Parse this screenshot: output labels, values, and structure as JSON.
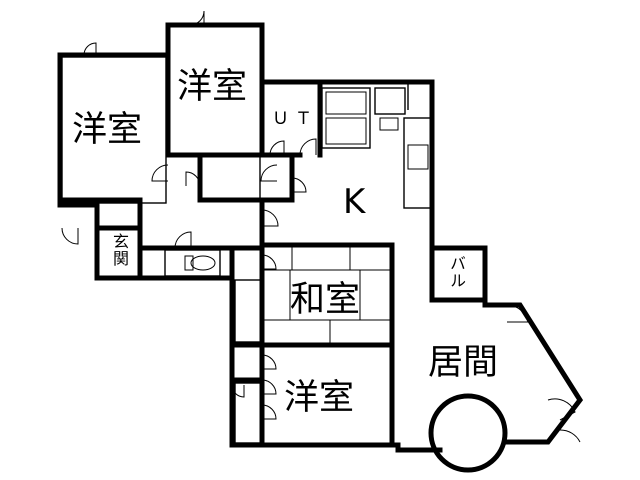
{
  "floorplan": {
    "rooms": {
      "western_room_left": "洋室",
      "western_room_top": "洋室",
      "utility": "ＵＴ",
      "kitchen": "K",
      "entrance": "玄関",
      "japanese_room": "和室",
      "balcony": "バル",
      "living_room": "居間",
      "western_room_bottom": "洋室"
    }
  }
}
